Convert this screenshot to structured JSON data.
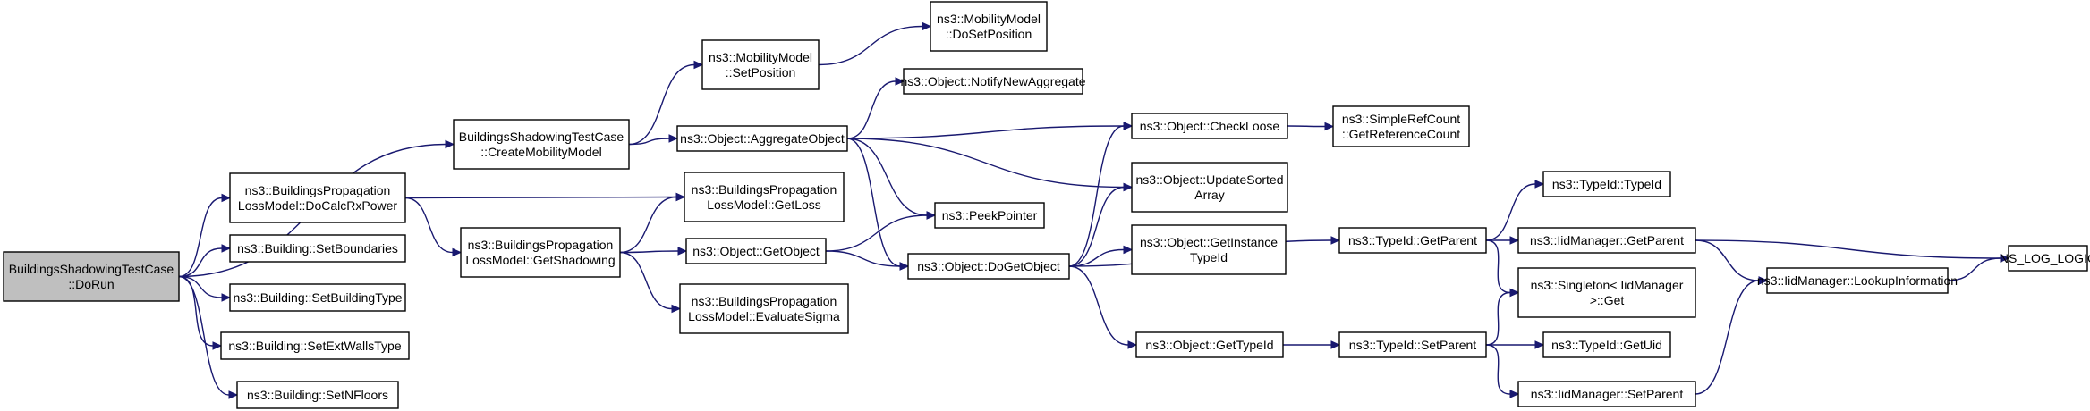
{
  "graph": {
    "title": "",
    "nodes": [
      {
        "id": "dorun",
        "lines": [
          "BuildingsShadowingTestCase",
          "::DoRun"
        ],
        "root": true
      },
      {
        "id": "createmob",
        "lines": [
          "BuildingsShadowingTestCase",
          "::CreateMobilityModel"
        ]
      },
      {
        "id": "docalc",
        "lines": [
          "ns3::BuildingsPropagation",
          "LossModel::DoCalcRxPower"
        ]
      },
      {
        "id": "setbound",
        "lines": [
          "ns3::Building::SetBoundaries"
        ]
      },
      {
        "id": "setbtype",
        "lines": [
          "ns3::Building::SetBuildingType"
        ]
      },
      {
        "id": "setext",
        "lines": [
          "ns3::Building::SetExtWallsType"
        ]
      },
      {
        "id": "setnfl",
        "lines": [
          "ns3::Building::SetNFloors"
        ]
      },
      {
        "id": "setpos",
        "lines": [
          "ns3::MobilityModel",
          "::SetPosition"
        ]
      },
      {
        "id": "dosetpos",
        "lines": [
          "ns3::MobilityModel",
          "::DoSetPosition"
        ]
      },
      {
        "id": "aggobj",
        "lines": [
          "ns3::Object::AggregateObject"
        ]
      },
      {
        "id": "notify",
        "lines": [
          "ns3::Object::NotifyNewAggregate"
        ]
      },
      {
        "id": "getshadow",
        "lines": [
          "ns3::BuildingsPropagation",
          "LossModel::GetShadowing"
        ]
      },
      {
        "id": "getloss",
        "lines": [
          "ns3::BuildingsPropagation",
          "LossModel::GetLoss"
        ]
      },
      {
        "id": "getobj",
        "lines": [
          "ns3::Object::GetObject"
        ]
      },
      {
        "id": "evalsig",
        "lines": [
          "ns3::BuildingsPropagation",
          "LossModel::EvaluateSigma"
        ]
      },
      {
        "id": "peek",
        "lines": [
          "ns3::PeekPointer"
        ]
      },
      {
        "id": "dogetobj",
        "lines": [
          "ns3::Object::DoGetObject"
        ]
      },
      {
        "id": "checkloose",
        "lines": [
          "ns3::Object::CheckLoose"
        ]
      },
      {
        "id": "updsort",
        "lines": [
          "ns3::Object::UpdateSorted",
          "Array"
        ]
      },
      {
        "id": "getinst",
        "lines": [
          "ns3::Object::GetInstance",
          "TypeId"
        ]
      },
      {
        "id": "gettypeid",
        "lines": [
          "ns3::Object::GetTypeId"
        ]
      },
      {
        "id": "simpleref",
        "lines": [
          "ns3::SimpleRefCount",
          "::GetReferenceCount"
        ]
      },
      {
        "id": "tgetparent",
        "lines": [
          "ns3::TypeId::GetParent"
        ]
      },
      {
        "id": "tsetparent",
        "lines": [
          "ns3::TypeId::SetParent"
        ]
      },
      {
        "id": "typeid",
        "lines": [
          "ns3::TypeId::TypeId"
        ]
      },
      {
        "id": "iidgetparent",
        "lines": [
          "ns3::IidManager::GetParent"
        ]
      },
      {
        "id": "singleton",
        "lines": [
          "ns3::Singleton< IidManager",
          " >::Get"
        ]
      },
      {
        "id": "getuid",
        "lines": [
          "ns3::TypeId::GetUid"
        ]
      },
      {
        "id": "iidsetparent",
        "lines": [
          "ns3::IidManager::SetParent"
        ]
      },
      {
        "id": "lookup",
        "lines": [
          "ns3::IidManager::LookupInformation"
        ]
      },
      {
        "id": "nslog",
        "lines": [
          "NS_LOG_LOGIC"
        ]
      }
    ],
    "edges": [
      [
        "dorun",
        "createmob"
      ],
      [
        "dorun",
        "docalc"
      ],
      [
        "dorun",
        "setbound"
      ],
      [
        "dorun",
        "setbtype"
      ],
      [
        "dorun",
        "setext"
      ],
      [
        "dorun",
        "setnfl"
      ],
      [
        "createmob",
        "setpos"
      ],
      [
        "createmob",
        "aggobj"
      ],
      [
        "setpos",
        "dosetpos"
      ],
      [
        "docalc",
        "getloss"
      ],
      [
        "docalc",
        "getshadow"
      ],
      [
        "getshadow",
        "getloss"
      ],
      [
        "getshadow",
        "getobj"
      ],
      [
        "getshadow",
        "evalsig"
      ],
      [
        "aggobj",
        "notify"
      ],
      [
        "aggobj",
        "checkloose"
      ],
      [
        "aggobj",
        "updsort"
      ],
      [
        "aggobj",
        "peek"
      ],
      [
        "aggobj",
        "dogetobj"
      ],
      [
        "getobj",
        "peek"
      ],
      [
        "getobj",
        "dogetobj"
      ],
      [
        "dogetobj",
        "checkloose"
      ],
      [
        "dogetobj",
        "updsort"
      ],
      [
        "dogetobj",
        "tgetparent"
      ],
      [
        "dogetobj",
        "getinst"
      ],
      [
        "dogetobj",
        "gettypeid"
      ],
      [
        "checkloose",
        "simpleref"
      ],
      [
        "gettypeid",
        "tsetparent"
      ],
      [
        "tgetparent",
        "typeid"
      ],
      [
        "tgetparent",
        "iidgetparent"
      ],
      [
        "tgetparent",
        "singleton"
      ],
      [
        "tsetparent",
        "singleton"
      ],
      [
        "tsetparent",
        "getuid"
      ],
      [
        "tsetparent",
        "iidsetparent"
      ],
      [
        "iidgetparent",
        "lookup"
      ],
      [
        "iidgetparent",
        "nslog"
      ],
      [
        "iidsetparent",
        "lookup"
      ],
      [
        "lookup",
        "nslog"
      ]
    ]
  }
}
